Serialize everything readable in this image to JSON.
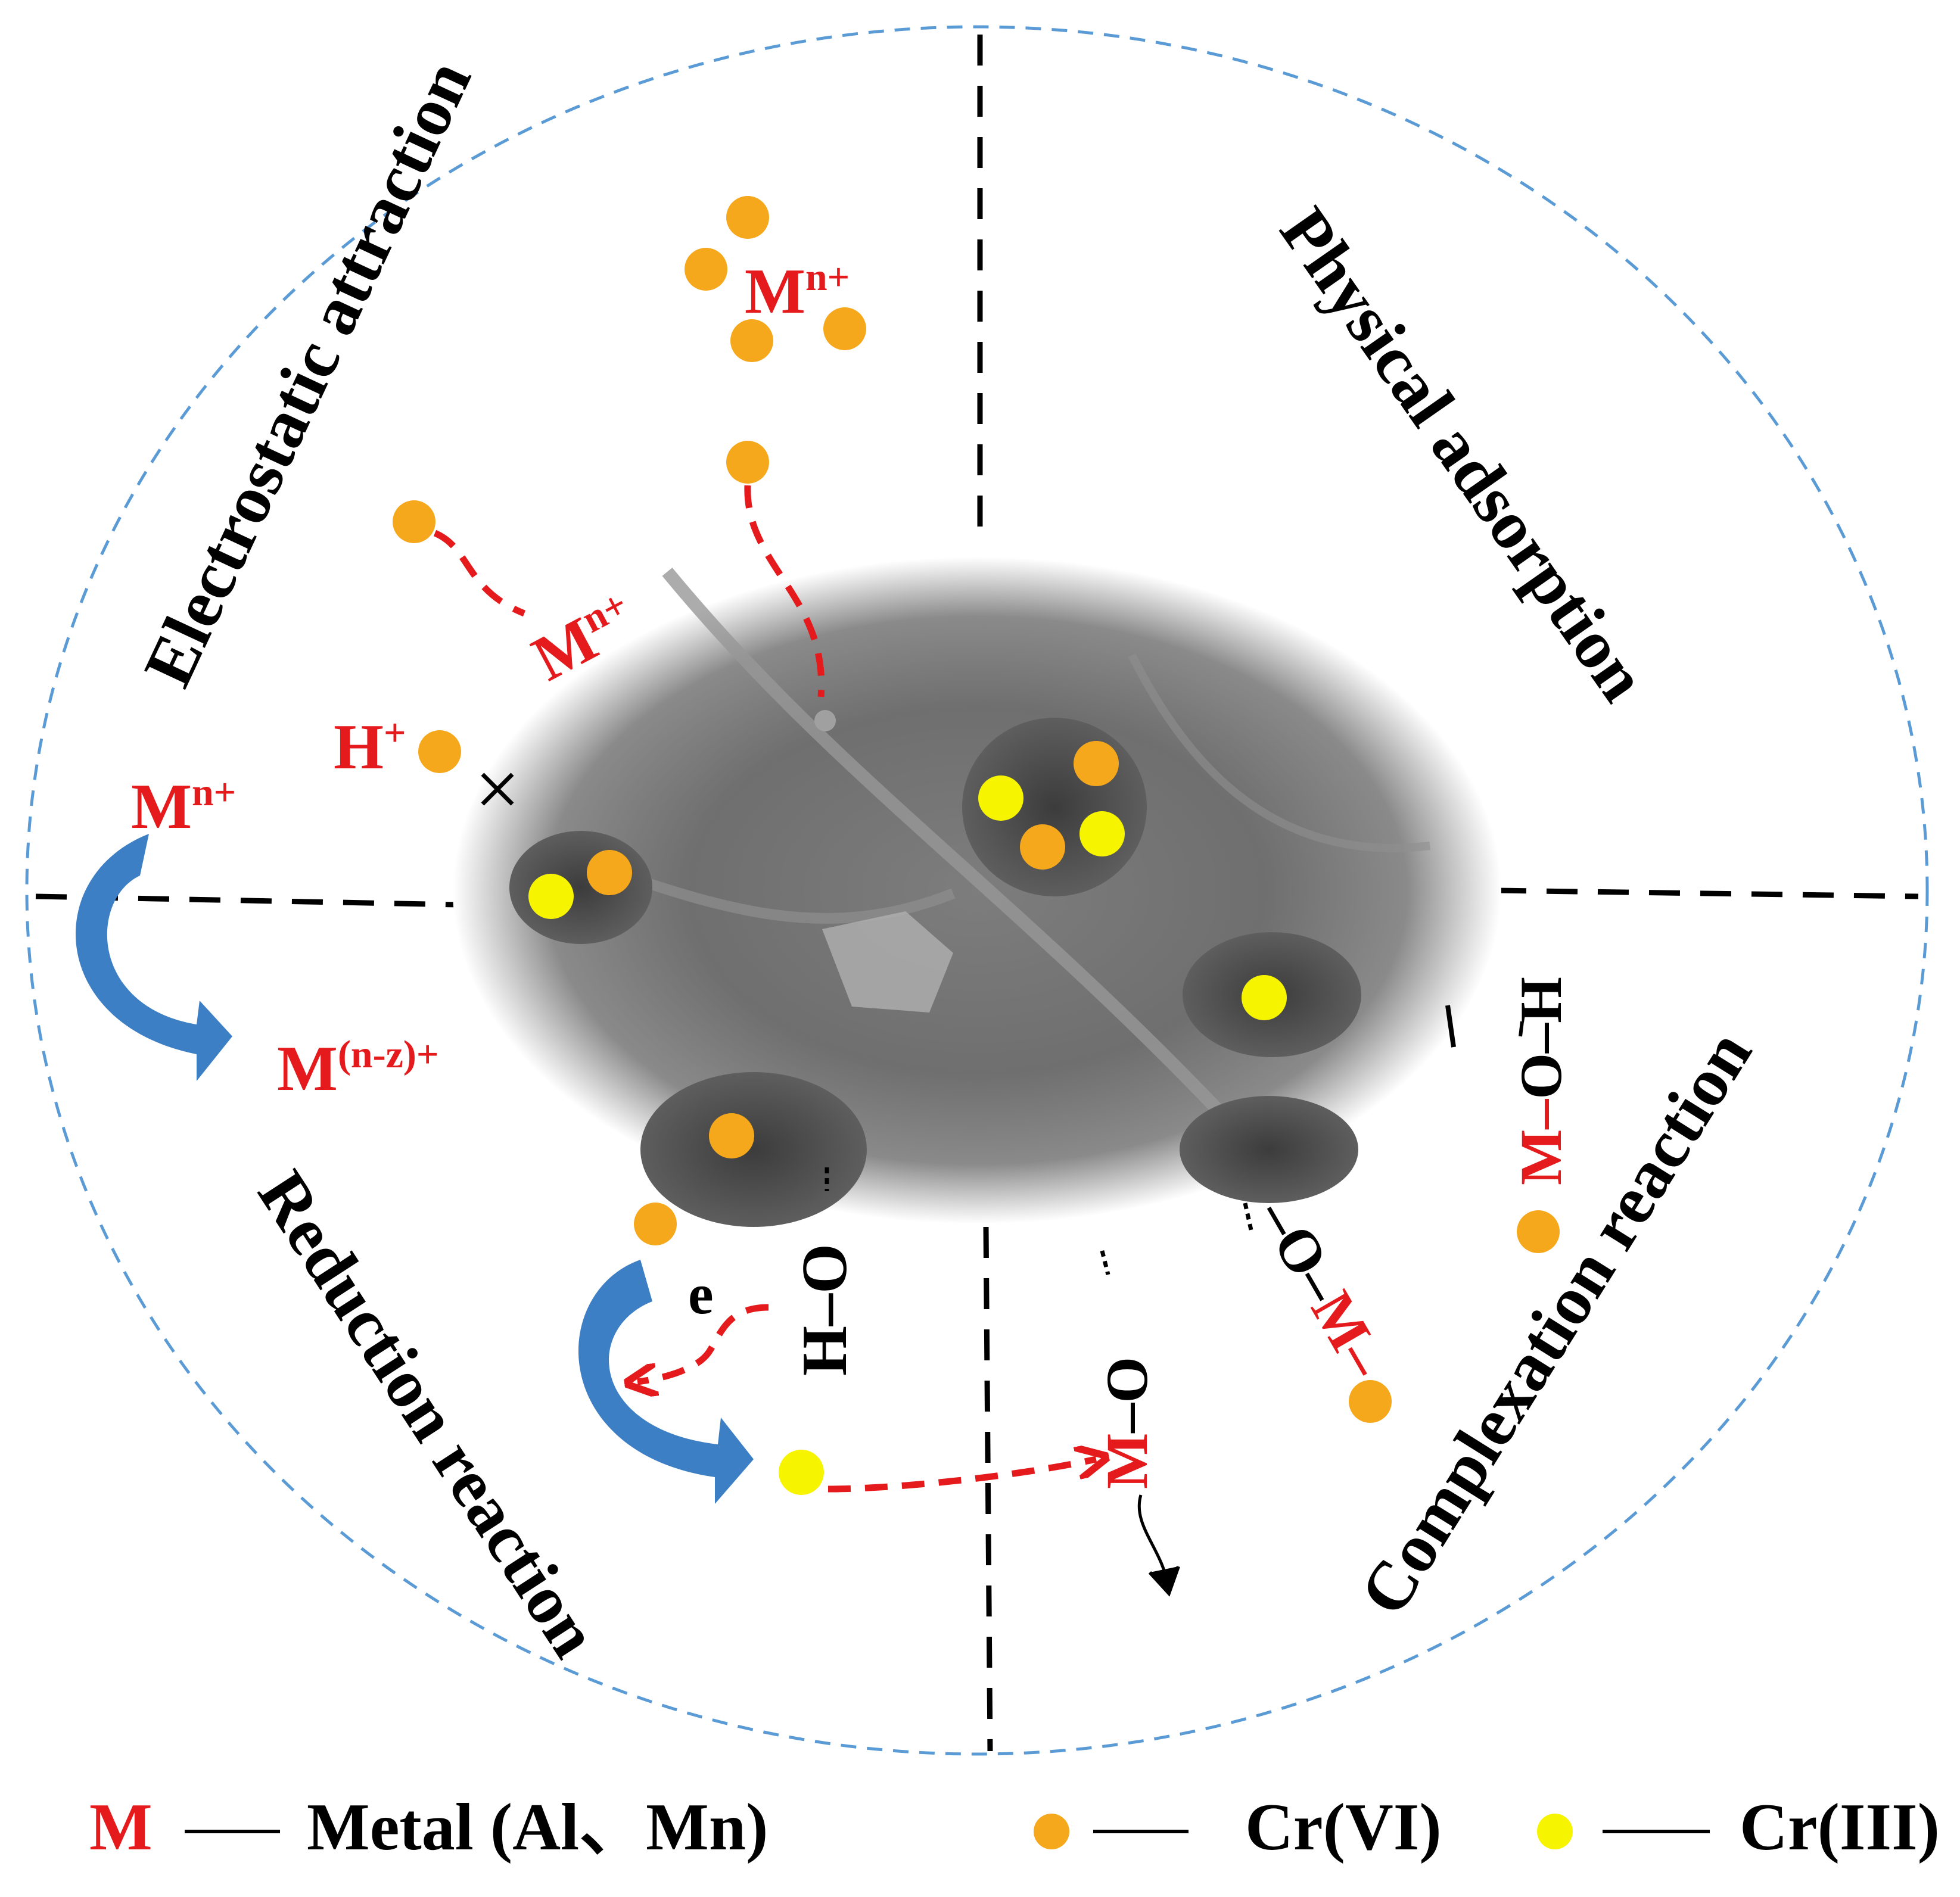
{
  "quadrants": {
    "electrostatic": "Electrostatic attraction",
    "physical": "Physical adsorption",
    "reduction": "Reduction reaction",
    "complexation": "Complexation reaction"
  },
  "labels": {
    "m_base": "M",
    "n_plus": "n+",
    "h_base": "H",
    "plus": "+",
    "cross": "×",
    "n_minus_z": "(n-z)+",
    "electron": "e",
    "h_o": "H–O",
    "o_dash": "–O–",
    "m_dash": "M–",
    "o_h": "O–H",
    "m_o": "M–O",
    "m_red": "M"
  },
  "legend": {
    "metal_symbol": "M",
    "metal_text": "Metal (Al、Mn)",
    "crvi_text": "Cr(VI)",
    "criii_text": "Cr(III)"
  },
  "colors": {
    "cr_vi": "#f5a81c",
    "cr_iii": "#f7f400",
    "red": "#e41a1c",
    "arrow_blue": "#3d7fc4",
    "circle_dash": "#5b9bd5"
  }
}
